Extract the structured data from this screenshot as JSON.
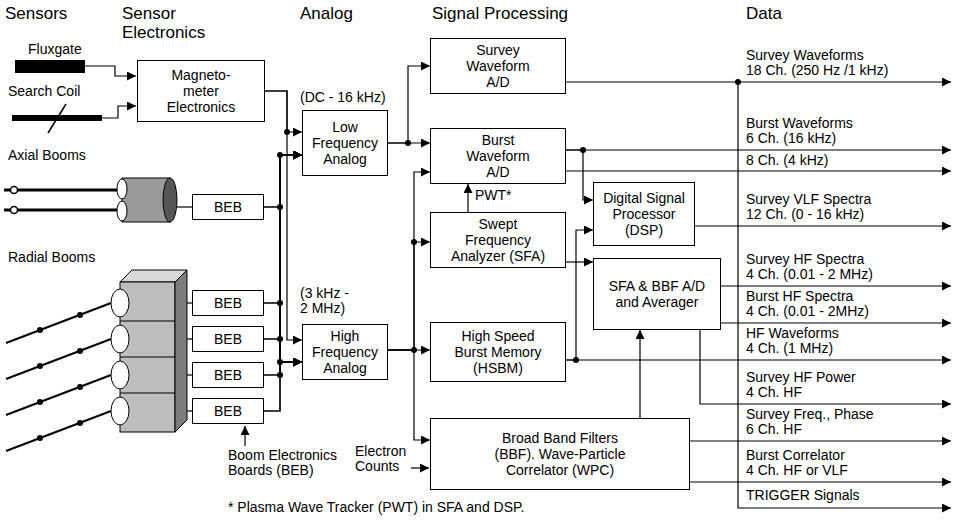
{
  "diagram": {
    "nodes": [
      {
        "text": [
          "Magneto- meter Electronics"
        ]
      },
      {
        "text": [
          "BEB"
        ]
      },
      {
        "text": [
          "BEB"
        ]
      },
      {
        "text": [
          "BEB"
        ]
      },
      {
        "text": [
          "BEB"
        ]
      },
      {
        "text": [
          "BEB"
        ]
      },
      {
        "text": [
          "Low Frequency Analog"
        ]
      },
      {
        "text": [
          "High Frequency Analog"
        ]
      },
      {
        "text": [
          "Survey Waveform A/D"
        ]
      },
      {
        "text": [
          "Burst Waveform A/D"
        ]
      },
      {
        "text": [
          "Swept Frequency Analyzer (SFA)"
        ]
      },
      {
        "text": [
          "High Speed Burst Memory (HSBM)"
        ]
      },
      {
        "text": [
          "Broad Band Filters (BBF). Wave-Particle Correlator (WPC)"
        ]
      },
      {
        "text": [
          "Digital Signal Processor (DSP)"
        ]
      },
      {
        "text": [
          "SFA & BBF A/D and Averager"
        ]
      }
    ],
    "edges": [
      {
        "from": 0,
        "to": 6,
        "arrow": "to"
      },
      {
        "from": 0,
        "to": 7,
        "arrow": "to"
      },
      {
        "from": 1,
        "to": 6,
        "arrow": "to"
      },
      {
        "from": 1,
        "to": 7,
        "arrow": "to"
      },
      {
        "from": 2,
        "to": 6,
        "arrow": "to"
      },
      {
        "from": 2,
        "to": 7,
        "arrow": "to"
      },
      {
        "from": 3,
        "to": 6,
        "arrow": "to"
      },
      {
        "from": 3,
        "to": 7,
        "arrow": "to"
      },
      {
        "from": 4,
        "to": 6,
        "arrow": "to"
      },
      {
        "from": 4,
        "to": 7,
        "arrow": "to"
      },
      {
        "from": 5,
        "to": 6,
        "arrow": "to"
      },
      {
        "from": 5,
        "to": 7,
        "arrow": "to"
      },
      {
        "from": 6,
        "to": 8,
        "arrow": "to"
      },
      {
        "from": 6,
        "to": 9,
        "arrow": "to"
      },
      {
        "from": 7,
        "to": 9,
        "arrow": "to"
      },
      {
        "from": 7,
        "to": 10,
        "arrow": "to"
      },
      {
        "from": 7,
        "to": 11,
        "arrow": "to"
      },
      {
        "from": 7,
        "to": 12,
        "arrow": "to"
      },
      {
        "from": 10,
        "to": 9,
        "arrow": "to"
      },
      {
        "from": 9,
        "to": 13,
        "arrow": "to"
      },
      {
        "from": 11,
        "to": 13,
        "arrow": "to"
      },
      {
        "from": 10,
        "to": 14,
        "arrow": "to"
      },
      {
        "from": 12,
        "to": 14,
        "arrow": "to"
      }
    ],
    "labels": [
      "Sensors",
      "Sensor Electronics",
      "Analog",
      "Signal Processing",
      "Data",
      "Fluxgate",
      "Search Coil",
      "Axial Booms",
      "Radial Booms",
      "(DC - 16 kHz)",
      "(3 kHz - 2 MHz)",
      "PWT*",
      "Electron Counts",
      "Boom Electronics Boards (BEB)",
      "* Plasma Wave Tracker (PWT) in SFA and DSP.",
      "Survey Waveforms",
      "18 Ch. (250 Hz /1 kHz)",
      "Burst Waveforms",
      "6 Ch. (16 kHz)",
      "8 Ch. (4 kHz)",
      "Survey VLF Spectra",
      "12 Ch. (0 - 16 kHz)",
      "Survey HF Spectra",
      "4 Ch. (0.01 - 2 MHz)",
      "Burst HF Spectra",
      "4 Ch. (0.01 - 2MHz)",
      "HF Waveforms",
      "4 Ch. (1 MHz)",
      "Survey HF Power",
      "4 Ch. HF",
      "Survey Freq., Phase",
      "6 Ch. HF",
      "Burst Correlator",
      "4 Ch. HF or VLF",
      "TRIGGER Signals"
    ]
  }
}
